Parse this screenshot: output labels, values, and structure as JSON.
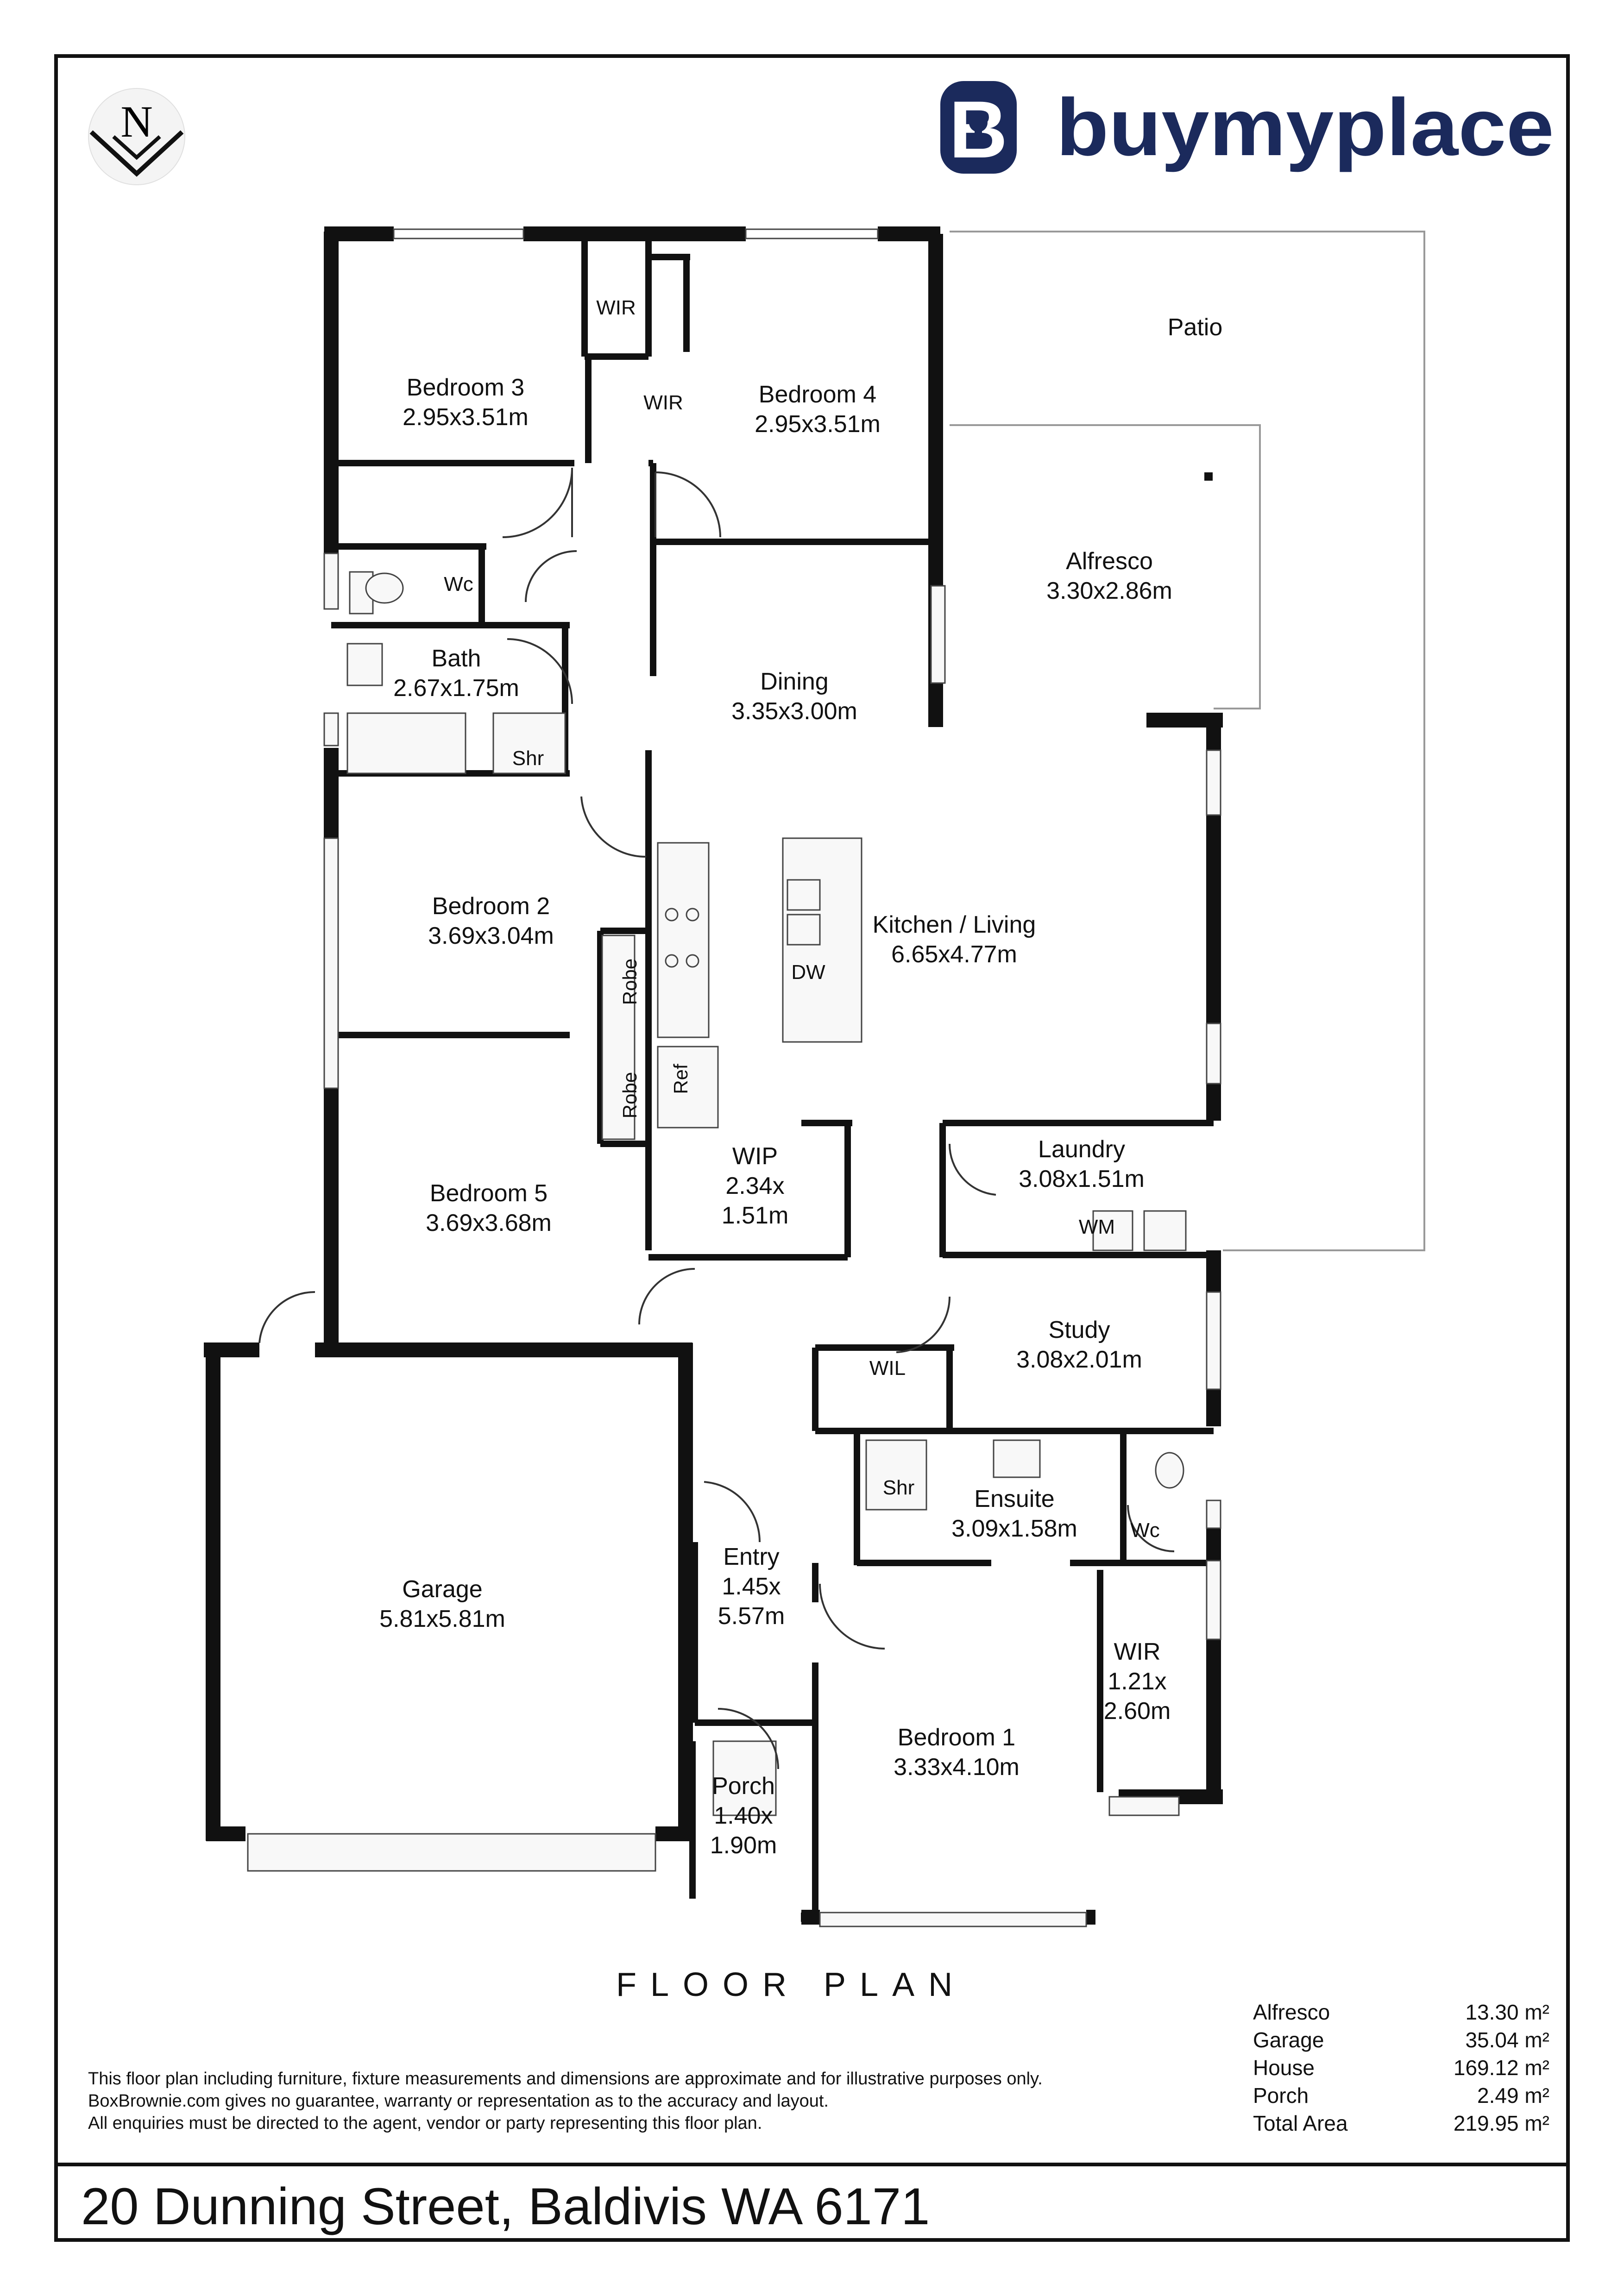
{
  "brand": {
    "name": "buymyplace",
    "logo_letter": "B",
    "color": "#1b2a5c"
  },
  "north": {
    "letter": "N"
  },
  "rooms": [
    {
      "name": "Bedroom 3",
      "dims": "2.95x3.51m"
    },
    {
      "name": "Bedroom 4",
      "dims": "2.95x3.51m"
    },
    {
      "name": "Patio",
      "dims": ""
    },
    {
      "name": "Alfresco",
      "dims": "3.30x2.86m"
    },
    {
      "name": "Bath",
      "dims": "2.67x1.75m"
    },
    {
      "name": "Dining",
      "dims": "3.35x3.00m"
    },
    {
      "name": "Bedroom 2",
      "dims": "3.69x3.04m"
    },
    {
      "name": "Kitchen / Living",
      "dims": "6.65x4.77m"
    },
    {
      "name": "Laundry",
      "dims": "3.08x1.51m"
    },
    {
      "name": "Bedroom 5",
      "dims": "3.69x3.68m"
    },
    {
      "name": "Study",
      "dims": "3.08x2.01m"
    },
    {
      "name": "Ensuite",
      "dims": "3.09x1.58m"
    },
    {
      "name": "Garage",
      "dims": "5.81x5.81m"
    },
    {
      "name": "Bedroom 1",
      "dims": "3.33x4.10m"
    }
  ],
  "small_rooms": {
    "wip": [
      "WIP",
      "2.34x",
      "1.51m"
    ],
    "entry": [
      "Entry",
      "1.45x",
      "5.57m"
    ],
    "porch": [
      "Porch",
      "1.40x",
      "1.90m"
    ],
    "wir_bed1": [
      "WIR",
      "1.21x",
      "2.60m"
    ]
  },
  "fixtures": {
    "wir": "WIR",
    "wc": "Wc",
    "shr": "Shr",
    "robe": "Robe",
    "ref": "Ref",
    "dw": "DW",
    "wm": "WM",
    "wil": "WIL"
  },
  "plan_title": "FLOOR PLAN",
  "disclaimer": [
    "This floor plan including furniture, fixture measurements and dimensions are approximate and for illustrative purposes only.",
    "BoxBrownie.com gives no guarantee, warranty or representation as to the accuracy and layout.",
    "All enquiries must be directed to the agent, vendor or party representing this floor plan."
  ],
  "areas": [
    {
      "label": "Alfresco",
      "value": "13.30 m²"
    },
    {
      "label": "Garage",
      "value": "35.04 m²"
    },
    {
      "label": "House",
      "value": "169.12 m²"
    },
    {
      "label": "Porch",
      "value": "2.49 m²"
    },
    {
      "label": "Total Area",
      "value": "219.95 m²"
    }
  ],
  "address": "20 Dunning Street, Baldivis WA 6171"
}
